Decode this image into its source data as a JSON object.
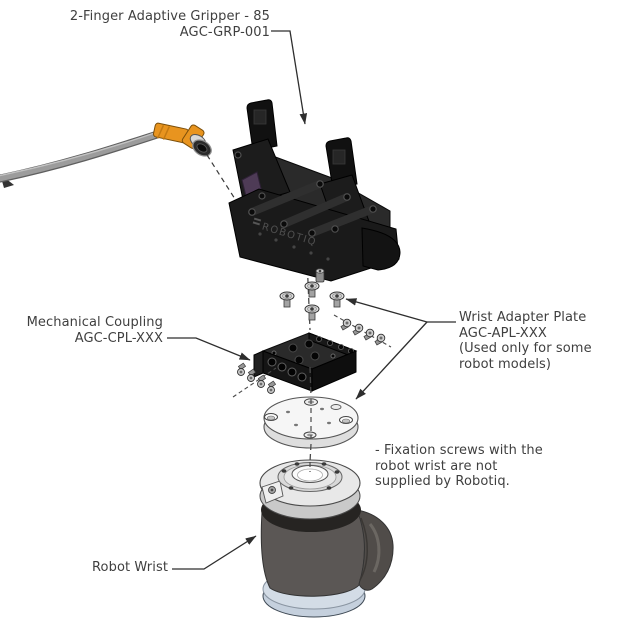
{
  "figure": {
    "title": "Gripper exploded assembly diagram",
    "labels": {
      "gripper_title": "2-Finger Adaptive Gripper - 85\nAGC-GRP-001",
      "mechanical_coupling": "Mechanical Coupling\nAGC-CPL-XXX",
      "wrist_adapter_plate": "Wrist Adapter Plate\nAGC-APL-XXX\n(Used only for some\nrobot models)",
      "fixation_note": "- Fixation screws with the\nrobot wrist are not\nsupplied by Robotiq.",
      "robot_wrist": "Robot Wrist"
    },
    "gripper_logo": "ROBOTIQ",
    "colors": {
      "background": "#ffffff",
      "label_text": "#3f3f3f",
      "leader_line": "#2e2e2e",
      "gripper_black": "#1a1a1a",
      "gripper_panel": "#2a2a2a",
      "accent_purple": "#4e3b56",
      "cable_gray": "#9c9c9c",
      "connector_orange": "#e8941f",
      "screw_silver": "#e0e0e0",
      "coupling_black": "#2a2a2a",
      "plate_white": "#f6f6f6",
      "wrist_flange_gray": "#e8e8e8",
      "wrist_body_gray": "#5b5755",
      "wrist_base_blue": "#c5d0dd"
    }
  }
}
